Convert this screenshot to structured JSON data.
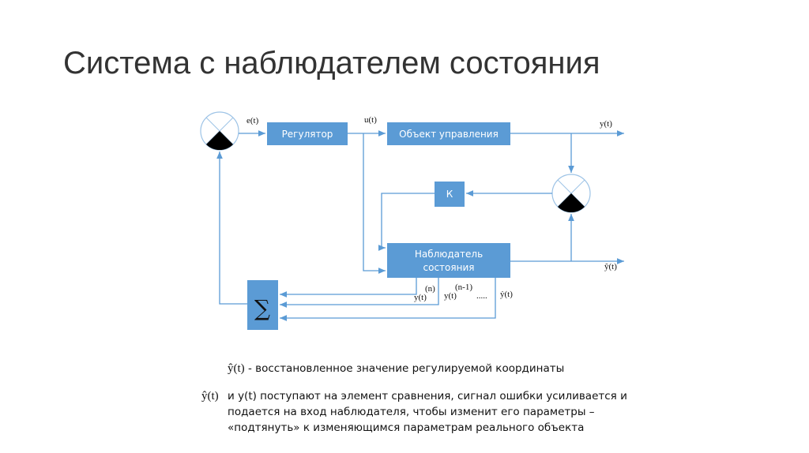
{
  "title": "Система с наблюдателем состояния",
  "diagram": {
    "regulator": "Регулятор",
    "plant": "Объект управления",
    "gain": "К",
    "observer_line1": "Наблюдатель",
    "observer_line2": "состояния",
    "sum_symbol": "∑",
    "e_label": "e(t)",
    "u_label": "u(t)",
    "y_label": "y(t)",
    "yhat_label": "ŷ(t)",
    "yn_label": "y(t)",
    "yn_sup": "(n)",
    "yn1_label": "y(t)",
    "yn1_sup": "(n-1)",
    "dots": ".....",
    "ydot_label": "ẏ(t)"
  },
  "notes": {
    "n1_symbol": "ŷ(t)",
    "n1_text": "- восстановленное значение регулируемой координаты",
    "n2_symbol": "ŷ(t)",
    "n2_line1": "и y(t) поступают на элемент сравнения, сигнал ошибки усиливается и",
    "n2_line2": "подается на вход наблюдателя, чтобы изменит его параметры –",
    "n2_line3": "«подтянуть» к изменяющимся параметрам реального объекта"
  },
  "colors": {
    "block": "#5b9bd5"
  }
}
